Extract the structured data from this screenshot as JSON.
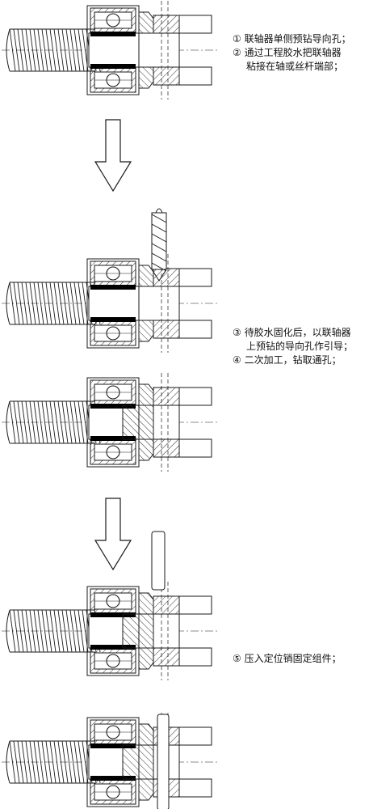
{
  "steps": [
    {
      "stage": 1,
      "lines": [
        "① 联轴器单侧预钻导向孔；",
        "② 通过工程胶水把联轴器",
        "粘接在轴或丝杆端部；"
      ]
    },
    {
      "stage": 3,
      "lines": [
        "③ 待胶水固化后，以联轴器",
        "上预钻的导向孔作引导；",
        "④ 二次加工，钻取通孔；"
      ]
    },
    {
      "stage": 5,
      "lines": [
        "⑤ 压入定位销固定组件；"
      ]
    }
  ],
  "assemblies": [
    {
      "name": "stage-1",
      "hole": "pilot-one-side",
      "drill": false,
      "pin": false
    },
    {
      "name": "stage-2",
      "hole": "pilot-one-side",
      "drill": true,
      "pin": false
    },
    {
      "name": "stage-3",
      "hole": "through",
      "drill": false,
      "pin": false
    },
    {
      "name": "stage-4",
      "hole": "through",
      "drill": false,
      "pin": "above"
    },
    {
      "name": "stage-5",
      "hole": "through",
      "drill": false,
      "pin": "inserted"
    }
  ],
  "colors": {
    "line": "#1a1a1a",
    "fill": "#000000",
    "background": "#ffffff"
  },
  "icons": [
    "down-arrow-icon",
    "drill-bit-icon",
    "dowel-pin-icon",
    "bearing-icon"
  ]
}
